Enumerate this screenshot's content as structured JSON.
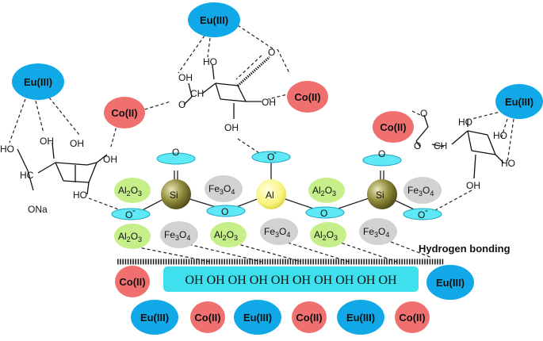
{
  "colors": {
    "eu_ion": "#10a8e6",
    "co_ion": "#f07070",
    "oh_bar": "#3fe0ee",
    "al2o3": "#c6ef8a",
    "fe3o4": "#d2d2d2",
    "si": "#8f8a3a",
    "al_atom": "#f8f37a",
    "o_ring": "#5fe8f5"
  },
  "labels": {
    "eu": "Eu(III)",
    "co": "Co(II)",
    "al2o3_base": "Al",
    "al2o3_sub1": "2",
    "al2o3_mid": "O",
    "al2o3_sub2": "3",
    "fe3o4_base": "Fe",
    "fe3o4_sub1": "3",
    "fe3o4_mid": "O",
    "fe3o4_sub2": "4",
    "si": "Si",
    "al": "Al",
    "o": "O",
    "o_minus": "O",
    "minus": "-",
    "oh": "OH",
    "oh_lower": "OH",
    "ho": "HO",
    "hc": "HC",
    "ch": "CH",
    "ona": "ONa",
    "o_letter": "O",
    "hydrogen_bonding": "Hydrogen bonding",
    "oh_bar_text": "OH OH OH OH OH OH OH OH OH OH"
  }
}
